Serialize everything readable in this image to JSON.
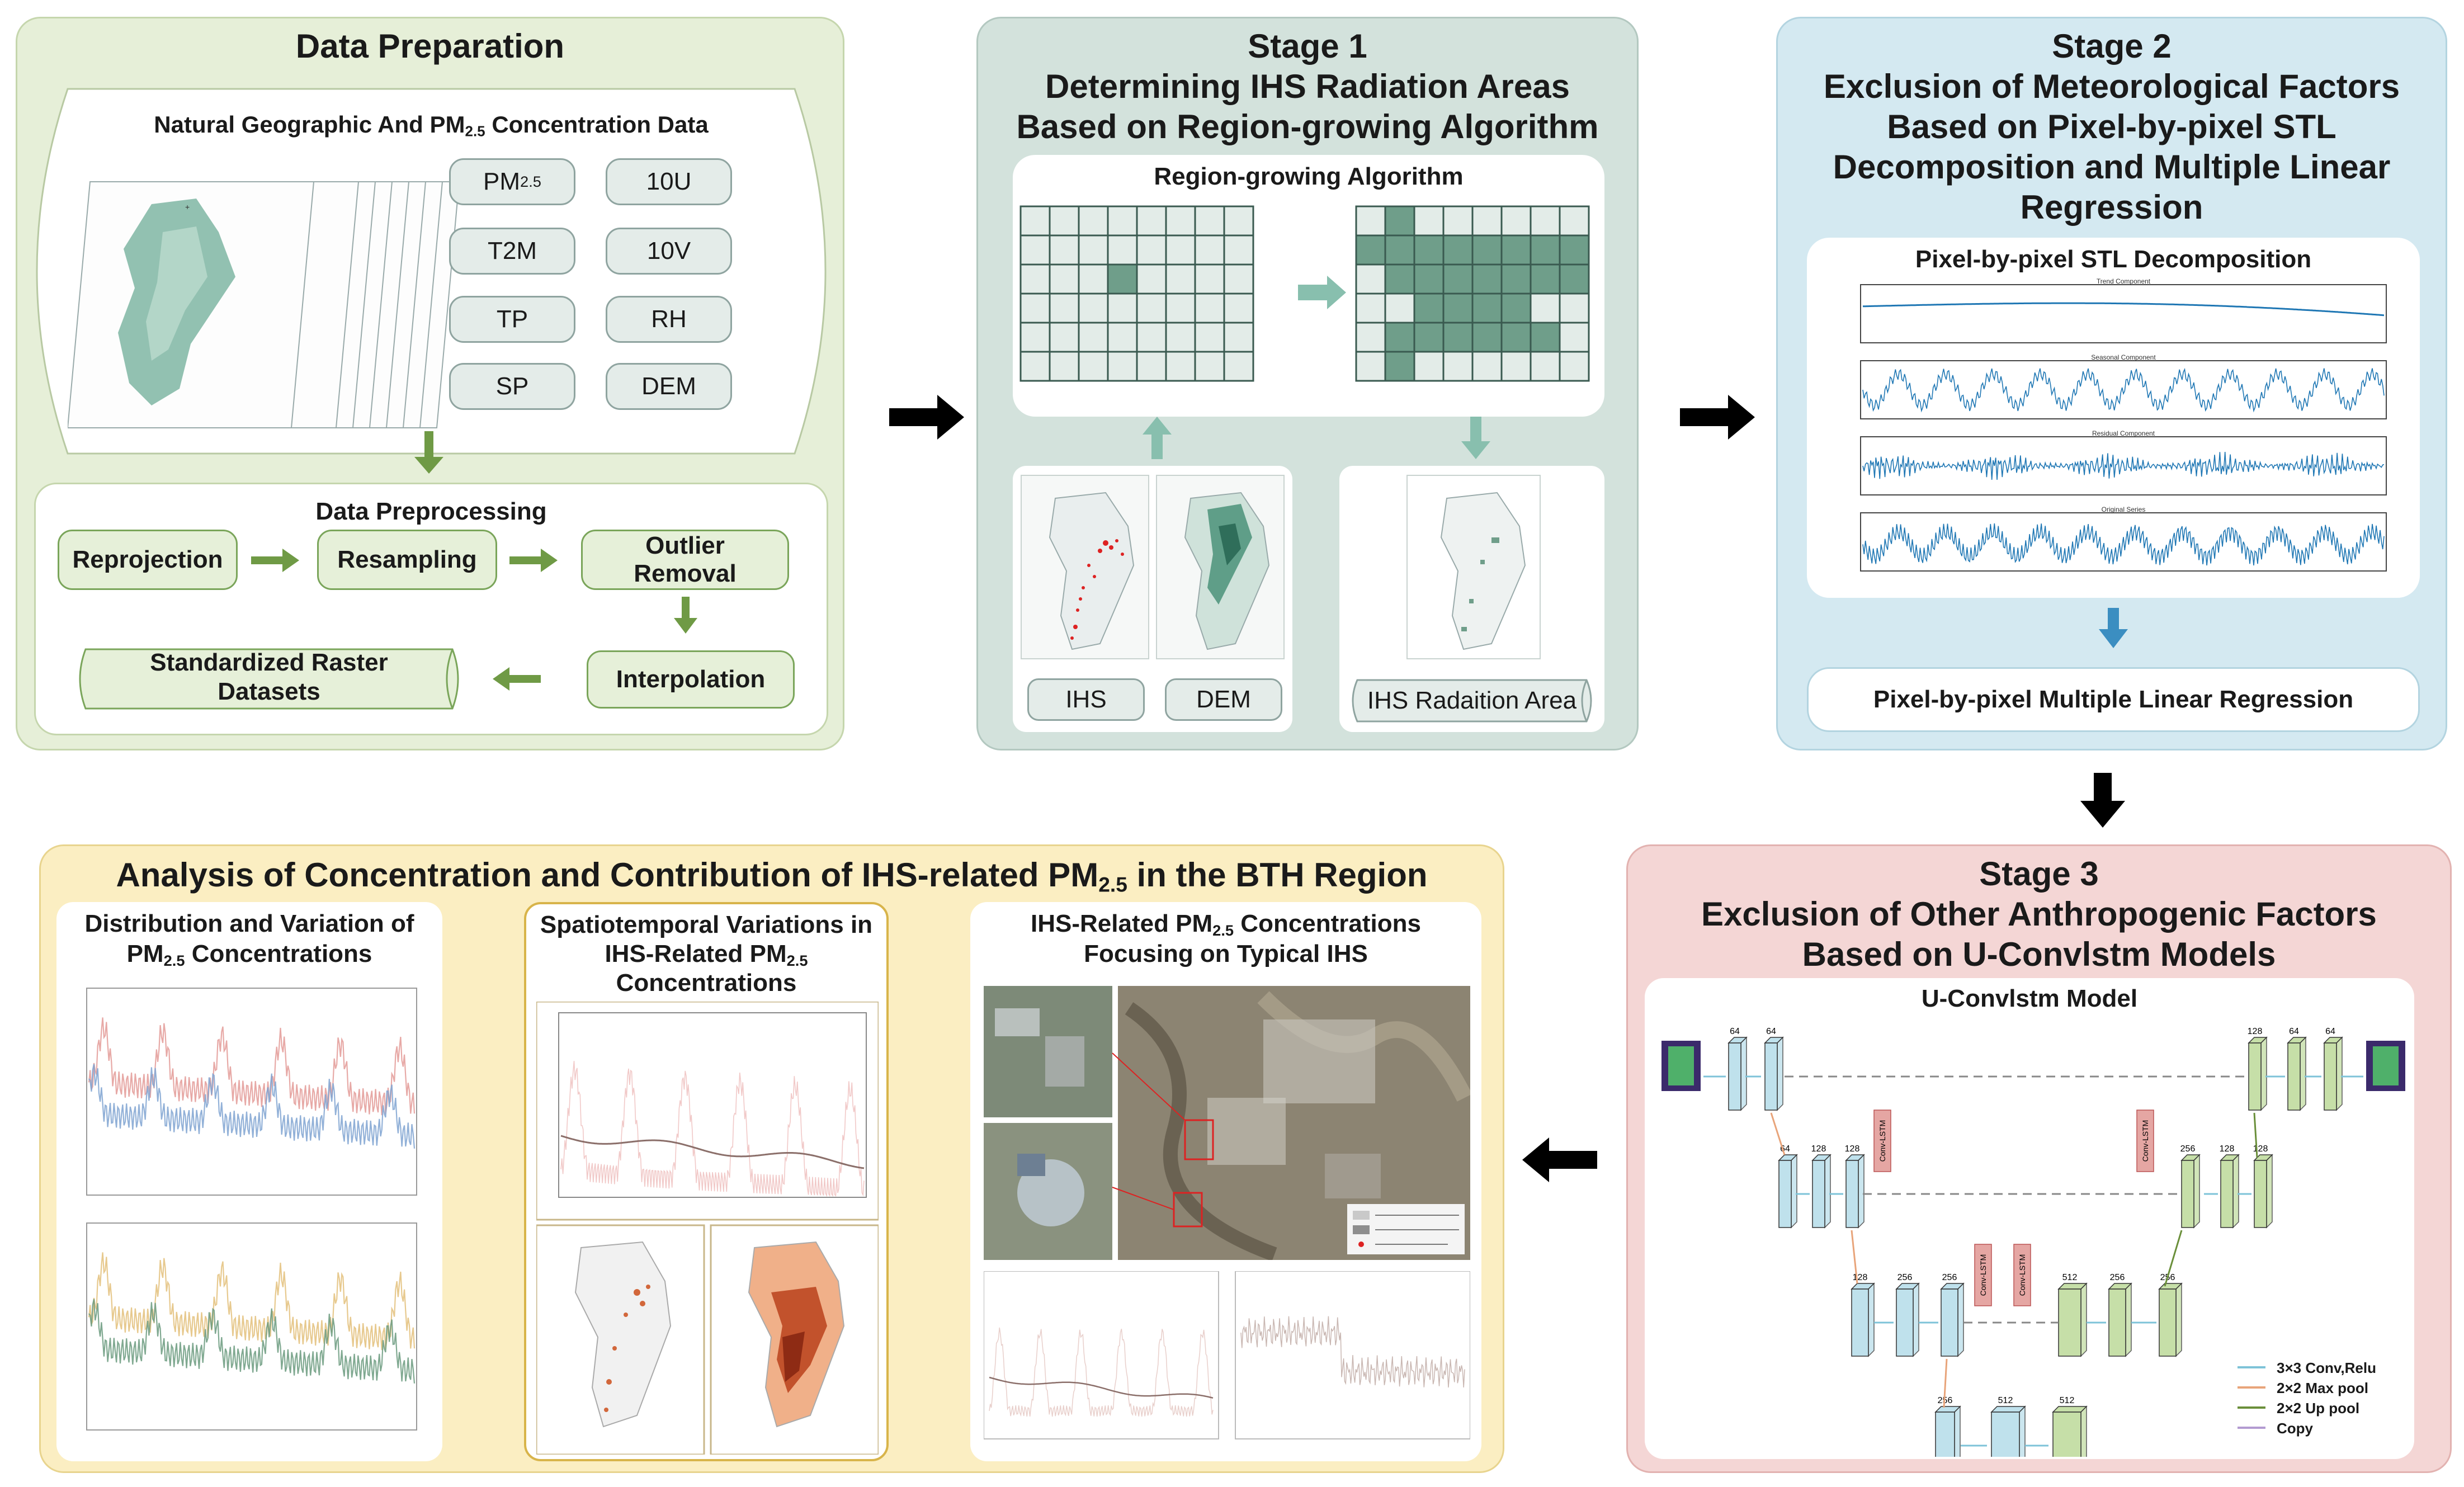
{
  "data_preparation": {
    "title": "Data Preparation",
    "geo_title_pre": "Natural Geographic And  PM",
    "geo_title_sub": "2.5",
    "geo_title_post": " Concentration Data",
    "variables": [
      "PM2.5",
      "10U",
      "T2M",
      "10V",
      "TP",
      "RH",
      "SP",
      "DEM"
    ],
    "preprocessing_title": "Data Preprocessing",
    "steps": {
      "reprojection": "Reprojection",
      "resampling": "Resampling",
      "outlier_removal": "Outlier Removal",
      "interpolation": "Interpolation",
      "standardized": "Standardized Raster Datasets"
    }
  },
  "stage1": {
    "title_line1": "Stage 1",
    "title_line2": "Determining IHS Radiation Areas",
    "title_line3": "Based on Region-growing Algorithm",
    "algo_title": "Region-growing Algorithm",
    "ihs_label": "IHS",
    "dem_label": "DEM",
    "area_label": "IHS Radaition Area"
  },
  "stage2": {
    "title_line1": "Stage 2",
    "title_line2": "Exclusion of Meteorological Factors",
    "title_line3": "Based on Pixel-by-pixel STL",
    "title_line4": "Decomposition and  Multiple Linear",
    "title_line5": "Regression",
    "stl_title": "Pixel-by-pixel STL Decomposition",
    "components": [
      "Trend Component",
      "Seasonal Component",
      "Residual Component",
      "Original Series"
    ],
    "mlr_label": "Pixel-by-pixel Multiple Linear Regression"
  },
  "stage3": {
    "title_line1": "Stage 3",
    "title_line2": "Exclusion of Other Anthropogenic Factors",
    "title_line3": "Based on U-Convlstm Models",
    "model_title": "U-Convlstm Model",
    "legend": [
      "3×3 Conv,Relu",
      "2×2 Max pool",
      "2×2 Up pool",
      "Copy"
    ],
    "convlstm_label": "Conv-LSTM"
  },
  "analysis": {
    "title_pre": "Analysis of Concentration and Contribution of IHS-related PM",
    "title_sub": "2.5",
    "title_post": " in the BTH Region",
    "box1_line1": "Distribution and Variation of",
    "box1_line2_pre": "PM",
    "box1_line2_sub": "2.5",
    "box1_line2_post": " Concentrations",
    "box2_line1": "Spatiotemporal Variations in",
    "box2_line2_pre": "IHS-Related PM",
    "box2_line2_sub": "2.5",
    "box2_line3": "Concentrations",
    "box3_line1_pre": "IHS-Related PM",
    "box3_line1_sub": "2.5",
    "box3_line1_post": " Concentrations",
    "box3_line2": "Focusing on Typical IHS"
  },
  "colors": {
    "prep_bg": "#e6efd8",
    "stage1_bg": "#d3e2dc",
    "stage2_bg": "#d4e9f1",
    "stage3_bg": "#f4d6d5",
    "analysis_bg": "#fbeec2",
    "flow_arrow": "#6f9a45",
    "grid_fill": "#6f9e8a"
  }
}
